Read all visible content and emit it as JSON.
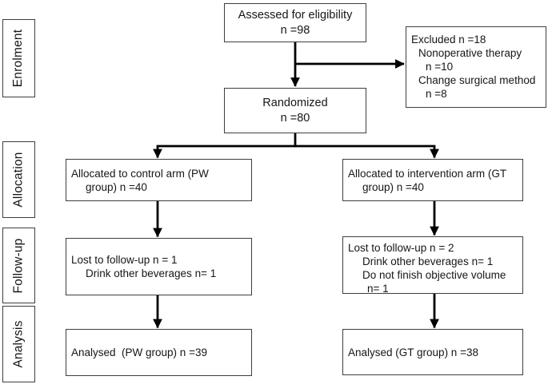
{
  "stage_labels": [
    "Enrolment",
    "Allocation",
    "Follow-up",
    "Analysis"
  ],
  "boxes": {
    "assessed": {
      "lines": [
        "Assessed for eligibility",
        "n =98"
      ]
    },
    "excluded": {
      "lines": [
        "Excluded n =18",
        "Nonoperative therapy",
        "n =10",
        "Change surgical method",
        "n =8"
      ]
    },
    "randomized": {
      "lines": [
        "Randomized",
        "n =80"
      ]
    },
    "allocated_control": {
      "lines": [
        "Allocated to control arm (PW",
        "group) n =40"
      ]
    },
    "allocated_intervention": {
      "lines": [
        "Allocated to intervention arm (GT",
        "group) n =40"
      ]
    },
    "followup_control": {
      "lines": [
        "Lost to follow-up n = 1",
        "Drink other beverages n= 1"
      ]
    },
    "followup_intervention": {
      "lines": [
        "Lost to follow-up n = 2",
        "Drink other beverages n= 1",
        "Do not finish objective volume",
        "n= 1"
      ]
    },
    "analysed_control": {
      "lines": [
        "Analysed  (PW group) n =39"
      ]
    },
    "analysed_intervention": {
      "lines": [
        "Analysed (GT group) n =38"
      ]
    }
  },
  "colors": {
    "background": "#ffffff",
    "box_border": "#3e3e3e",
    "arrow": "#000000",
    "text": "#161616"
  }
}
